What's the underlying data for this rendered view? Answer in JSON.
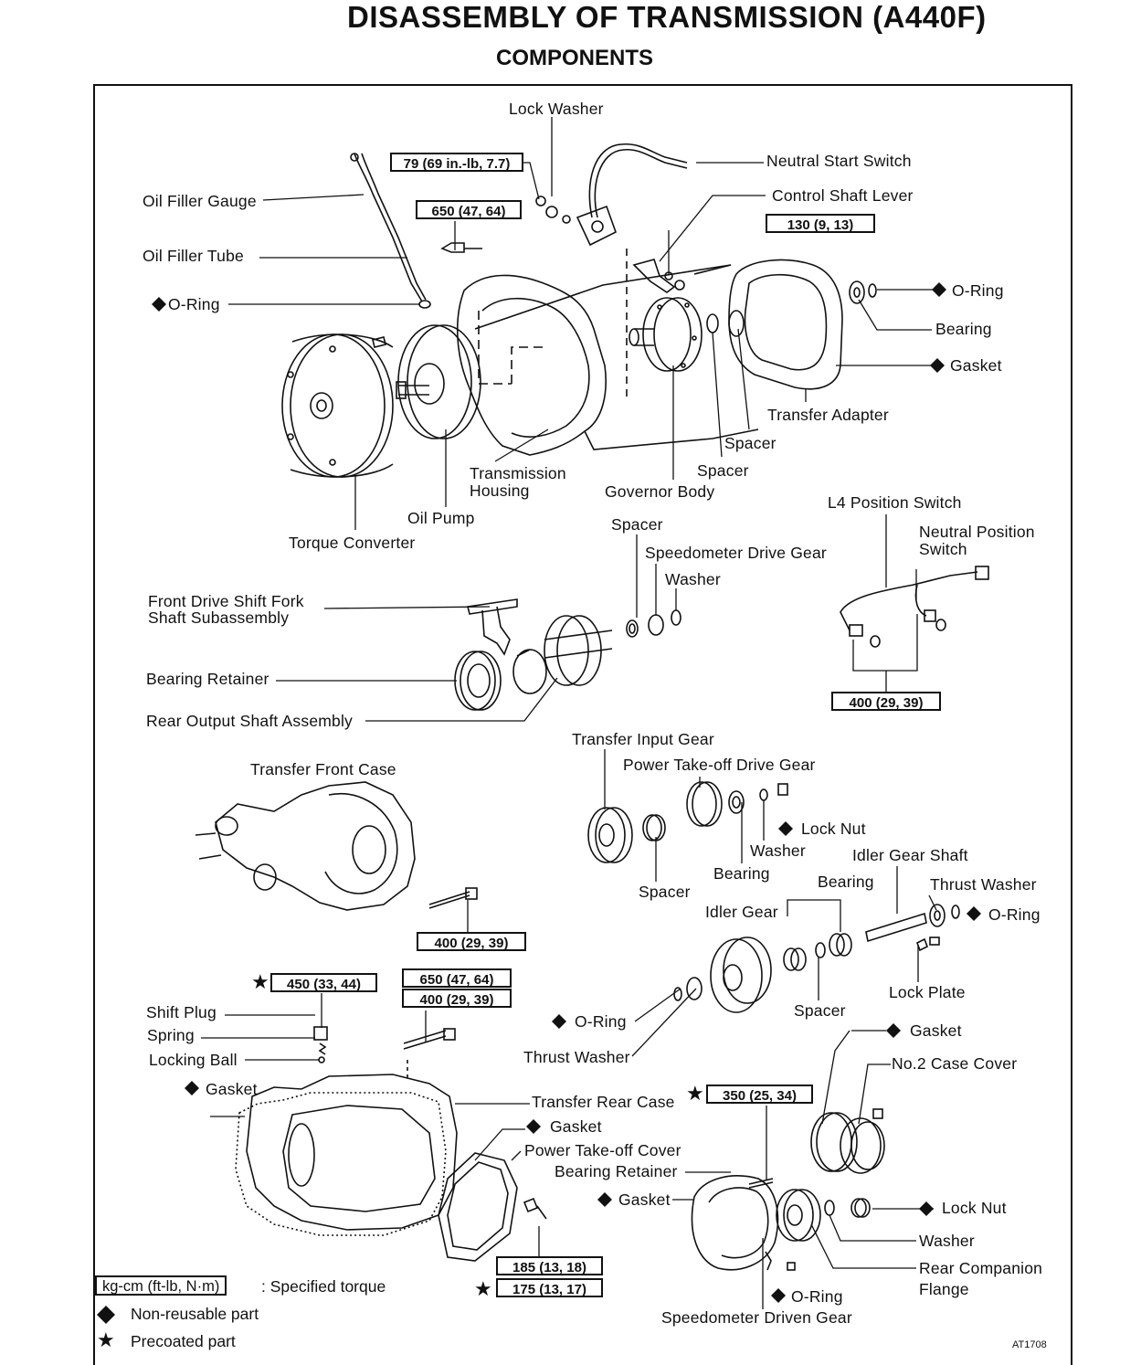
{
  "title": "DISASSEMBLY OF TRANSMISSION (A440F)",
  "subtitle": "COMPONENTS",
  "labels": {
    "lock_washer": "Lock Washer",
    "neutral_start_switch": "Neutral Start Switch",
    "control_shaft_lever": "Control Shaft Lever",
    "oil_filler_gauge": "Oil Filler Gauge",
    "oil_filler_tube": "Oil Filler Tube",
    "o_ring_left": "O-Ring",
    "o_ring_right": "O-Ring",
    "bearing_top": "Bearing",
    "gasket_top": "Gasket",
    "transfer_adapter": "Transfer Adapter",
    "spacer_a": "Spacer",
    "spacer_b": "Spacer",
    "transmission_housing": "Transmission\nHousing",
    "governor_body": "Governor Body",
    "oil_pump": "Oil Pump",
    "torque_converter": "Torque Converter",
    "l4_position_switch": "L4 Position Switch",
    "neutral_position_switch": "Neutral Position\nSwitch",
    "spacer_c": "Spacer",
    "speedometer_drive_gear": "Speedometer Drive Gear",
    "washer_a": "Washer",
    "front_drive_shift_fork": "Front Drive Shift Fork\nShaft Subassembly",
    "bearing_retainer": "Bearing Retainer",
    "rear_output_shaft": "Rear Output Shaft Assembly",
    "transfer_input_gear": "Transfer Input Gear",
    "power_takeoff_drive_gear": "Power Take-off Drive Gear",
    "transfer_front_case": "Transfer Front Case",
    "lock_nut_a": "Lock Nut",
    "washer_b": "Washer",
    "bearing_mid": "Bearing",
    "spacer_d": "Spacer",
    "idler_gear_shaft": "Idler Gear Shaft",
    "bearing_idler": "Bearing",
    "thrust_washer_a": "Thrust Washer",
    "idler_gear": "Idler Gear",
    "o_ring_idler": "O-Ring",
    "lock_plate": "Lock Plate",
    "spacer_e": "Spacer",
    "shift_plug": "Shift Plug",
    "spring": "Spring",
    "locking_ball": "Locking Ball",
    "gasket_left": "Gasket",
    "o_ring_thrust": "O-Ring",
    "thrust_washer_b": "Thrust Washer",
    "gasket_right": "Gasket",
    "no2_case_cover": "No.2 Case Cover",
    "transfer_rear_case": "Transfer Rear Case",
    "gasket_ptc": "Gasket",
    "power_takeoff_cover": "Power Take-off Cover",
    "bearing_retainer_b": "Bearing Retainer",
    "gasket_br": "Gasket",
    "lock_nut_b": "Lock Nut",
    "washer_c": "Washer",
    "rear_companion_flange": "Rear Companion\nFlange",
    "o_ring_speedo": "O-Ring",
    "speedometer_driven_gear": "Speedometer Driven Gear"
  },
  "torques": {
    "t79": "79 (69 in.-lb, 7.7)",
    "t650a": "650 (47, 64)",
    "t130": "130 (9, 13)",
    "t400a": "400 (29, 39)",
    "t400b": "400 (29, 39)",
    "t450": "450 (33, 44)",
    "t650b": "650 (47, 64)",
    "t400c": "400 (29, 39)",
    "t350": "350 (25, 34)",
    "t185": "185 (13, 18)",
    "t175": "175 (13, 17)"
  },
  "legend": {
    "unit_box": "kg-cm (ft-lb, N·m)",
    "unit_desc": ": Specified torque",
    "diamond_desc": "Non-reusable part",
    "star_desc": "Precoated part"
  },
  "reference": "AT1708"
}
